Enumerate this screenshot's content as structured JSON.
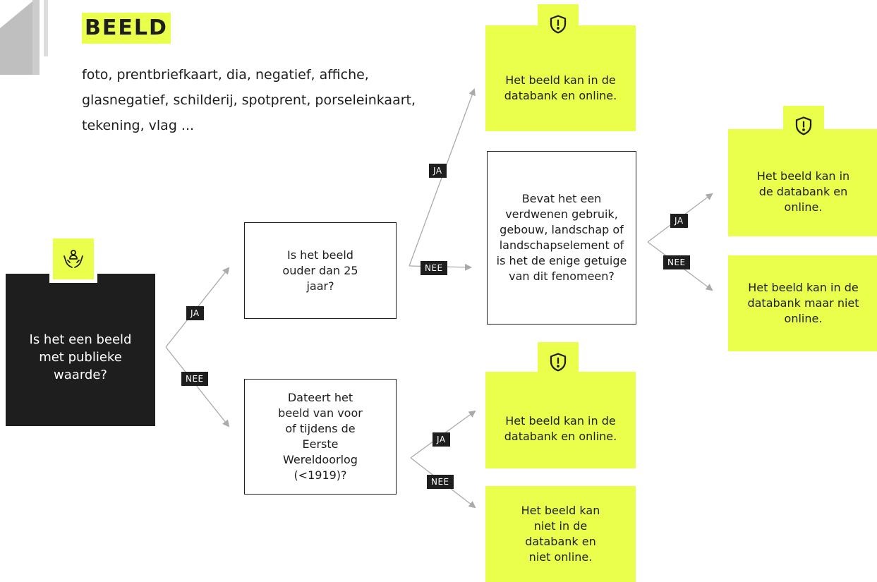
{
  "title": "BEELD",
  "subtitle": "foto, prentbriefkaart, dia, negatief, affiche, glasnegatief, schilderij, spotprent, porseleinkaart, tekening, vlag ...",
  "start_question": "Is het een beeld met publieke waarde?",
  "q_age": "Is het beeld ouder dan 25 jaar?",
  "q_ww1": "Dateert het beeld van voor of tijdens de Eerste Wereldoorlog (<1919)?",
  "q_disappeared": "Bevat het een verdwenen gebruik, gebouw, landschap of landschapselement of is het de enige getuige van dit fenomeen?",
  "labels": {
    "yes": "JA",
    "no": "NEE"
  },
  "outcomes": {
    "age_yes": "Het beeld kan in de databank en online.",
    "disappeared_yes": "Het beeld kan in de databank en online.",
    "disappeared_no": "Het beeld kan in de databank maar niet online.",
    "ww1_yes": "Het beeld kan in de databank en online.",
    "ww1_no": "Het beeld kan niet in de databank en niet online."
  },
  "icons": {
    "start": "hands-holding-person-icon",
    "warning": "shield-exclamation-icon"
  },
  "colors": {
    "accent": "#e9ff4b",
    "dark": "#1e1e1e",
    "line": "#aaaaaa"
  }
}
